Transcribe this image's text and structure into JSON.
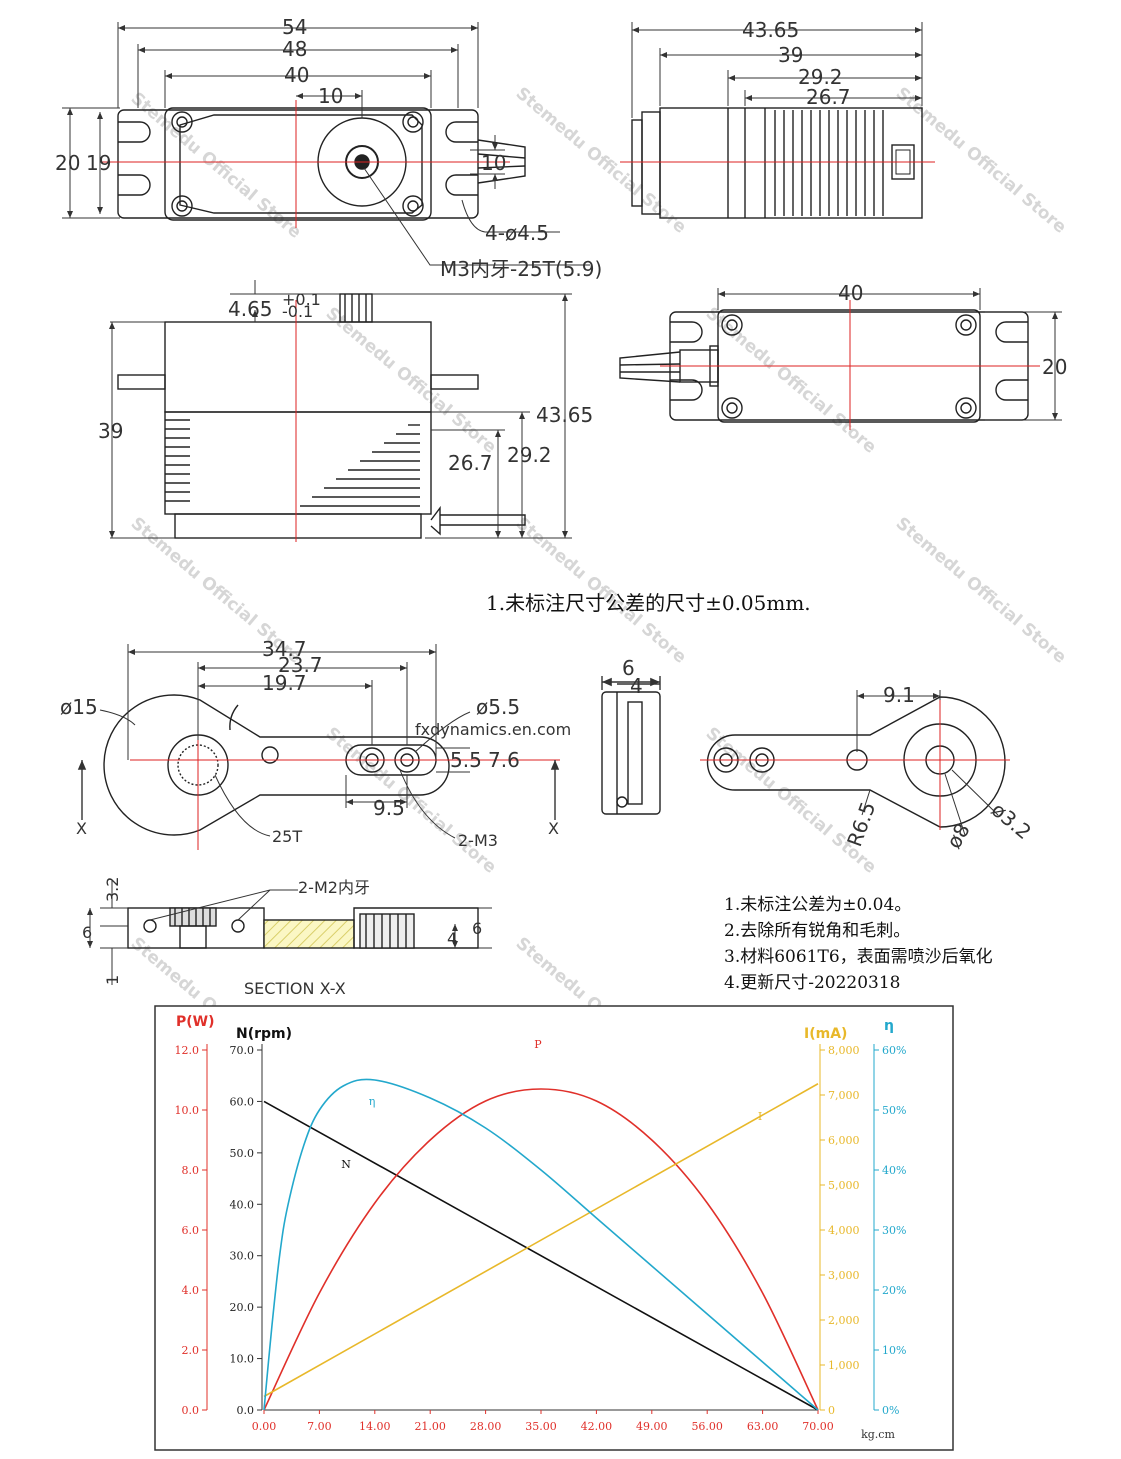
{
  "drawing": {
    "top_view": {
      "dims": [
        "54",
        "48",
        "40",
        "10",
        "20",
        "19",
        "10",
        "4-ø4.5",
        "M3内牙-25T(5.9)"
      ]
    },
    "side_view": {
      "dims": [
        "43.65",
        "39",
        "29.2",
        "26.7"
      ]
    },
    "front_view": {
      "dims": [
        "4.65",
        "+0.1",
        "-0.1",
        "39",
        "43.65",
        "26.7",
        "29.2"
      ]
    },
    "bottom_view": {
      "dims": [
        "40",
        "20"
      ]
    },
    "note_top": "1.未标注尺寸公差的尺寸±0.05mm.",
    "horn": {
      "dims": [
        "34.7",
        "23.7",
        "19.7",
        "ø15",
        "ø5.5",
        "5.5",
        "7.6",
        "9.5",
        "25T",
        "2-M3",
        "6",
        "4",
        "9.1",
        "R6.5",
        "ø8",
        "ø3.2"
      ],
      "section_mark": "X",
      "section_dims": [
        "3.2",
        "6",
        "1",
        "4",
        "6"
      ],
      "section_callout": "2-M2内牙",
      "section_title": "SECTION X-X"
    },
    "notes": [
      "1.未标注公差为±0.04。",
      "2.去除所有锐角和毛刺。",
      "3.材料6061T6，表面需喷沙后氧化",
      "4.更新尺寸-20220318"
    ],
    "watermarks": [
      "Stemedu Official Store",
      "Stemedu Official Store",
      "Stemedu Official Store",
      "Stemedu Official Store",
      "Stemedu Official Store",
      "Stemedu Official Store",
      "Stemedu Official Store",
      "Stemedu Official Store",
      "Stemedu Official Store",
      "Stemedu Official Store",
      "Stemedu Official Store",
      "Stemedu Official Store"
    ],
    "site_watermark": "fxdynamics.en.com"
  },
  "chart_data": {
    "type": "line",
    "axes": {
      "x": {
        "label": "kg.cm",
        "ticks": [
          "0.00",
          "7.00",
          "14.00",
          "21.00",
          "28.00",
          "35.00",
          "42.00",
          "49.00",
          "56.00",
          "63.00",
          "70.00"
        ],
        "range": [
          0,
          70
        ]
      },
      "P": {
        "label": "P(W)",
        "ticks": [
          "0.0",
          "2.0",
          "4.0",
          "6.0",
          "8.0",
          "10.0",
          "12.0"
        ],
        "range": [
          0,
          12
        ],
        "color": "#e0302a"
      },
      "N": {
        "label": "N(rpm)",
        "ticks": [
          "0.0",
          "10.0",
          "20.0",
          "30.0",
          "40.0",
          "50.0",
          "60.0",
          "70.0"
        ],
        "range": [
          0,
          70
        ],
        "color": "#111111"
      },
      "I": {
        "label": "I(mA)",
        "ticks": [
          "0",
          "1,000",
          "2,000",
          "3,000",
          "4,000",
          "5,000",
          "6,000",
          "7,000",
          "8,000"
        ],
        "range": [
          0,
          8000
        ],
        "color": "#e8b82a"
      },
      "eta": {
        "label": "η",
        "ticks": [
          "0%",
          "10%",
          "20%",
          "30%",
          "40%",
          "50%",
          "60%"
        ],
        "range": [
          0,
          60
        ],
        "color": "#23a8cc"
      }
    },
    "series": [
      {
        "name": "N",
        "axis": "N",
        "color": "#111111",
        "x": [
          0,
          70
        ],
        "y": [
          60,
          0
        ]
      },
      {
        "name": "P",
        "axis": "P",
        "color": "#e0302a",
        "x": [
          0,
          7,
          14,
          21,
          28,
          35,
          42,
          49,
          56,
          63,
          70
        ],
        "y": [
          0,
          3.9,
          6.9,
          9.0,
          10.3,
          10.7,
          10.3,
          9.0,
          6.9,
          3.9,
          0
        ]
      },
      {
        "name": "I",
        "axis": "I",
        "color": "#e8b82a",
        "x": [
          0,
          70
        ],
        "y": [
          300,
          7250
        ]
      },
      {
        "name": "η",
        "axis": "eta",
        "color": "#23a8cc",
        "x": [
          0,
          1,
          2,
          3,
          5,
          7,
          10,
          14,
          21,
          28,
          35,
          42,
          49,
          56,
          63,
          70
        ],
        "y": [
          0,
          14,
          26,
          34,
          44,
          50,
          54,
          55,
          52,
          47,
          40,
          32,
          24,
          16,
          8,
          0
        ]
      }
    ]
  }
}
